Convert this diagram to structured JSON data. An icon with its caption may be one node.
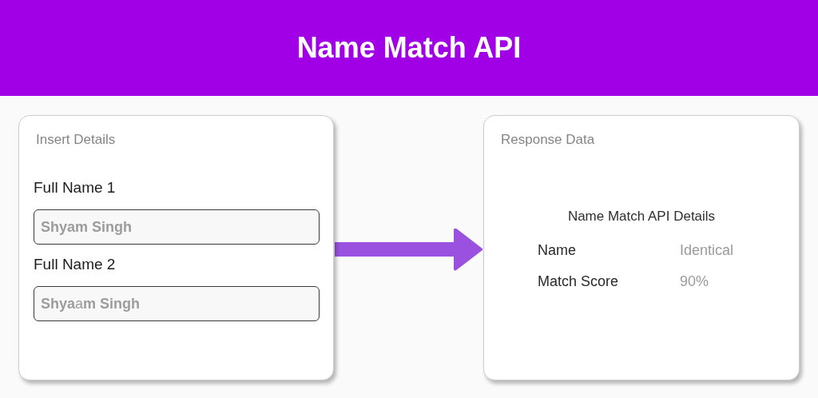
{
  "diagram": {
    "title": "Name Match API",
    "nodes": [
      {
        "text": [
          "Insert Details"
        ]
      },
      {
        "text": [
          "Full Name 1",
          "Shyam Singh"
        ],
        "in": 0
      },
      {
        "text": [
          "Full Name 2",
          "**Shya**a**m Singh**"
        ],
        "in": 0
      },
      {
        "text": [
          "Response Data",
          "Name Match API Details",
          "Name",
          "Identical",
          "Match Score",
          "90%"
        ]
      }
    ],
    "edges": [
      {
        "from": 0,
        "to": 3,
        "arrow": "to",
        "color": "#9b51e0"
      }
    ]
  }
}
